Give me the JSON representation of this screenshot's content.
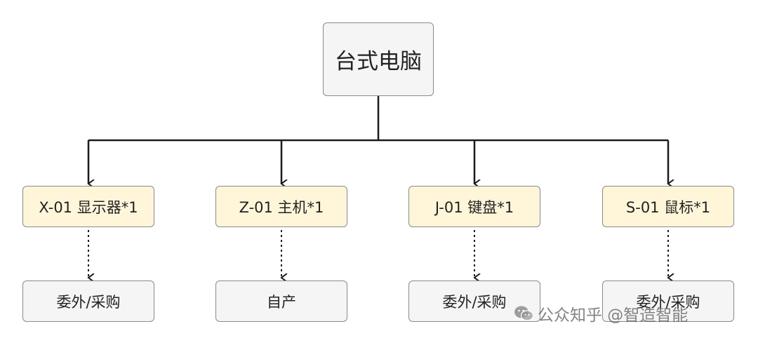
{
  "root": {
    "label": "台式电脑"
  },
  "components": [
    {
      "label": "X-01 显示器*1",
      "source": "委外/采购"
    },
    {
      "label": "Z-01 主机*1",
      "source": "自产"
    },
    {
      "label": "J-01 键盘*1",
      "source": "委外/采购"
    },
    {
      "label": "S-01 鼠标*1",
      "source": "委外/采购"
    }
  ],
  "watermark": {
    "text": "公众知乎 @智造智能",
    "icon": "wechat-icon"
  },
  "colors": {
    "component_fill": "#fff6da",
    "node_fill": "#f5f5f5",
    "line": "#1a1a1a"
  }
}
